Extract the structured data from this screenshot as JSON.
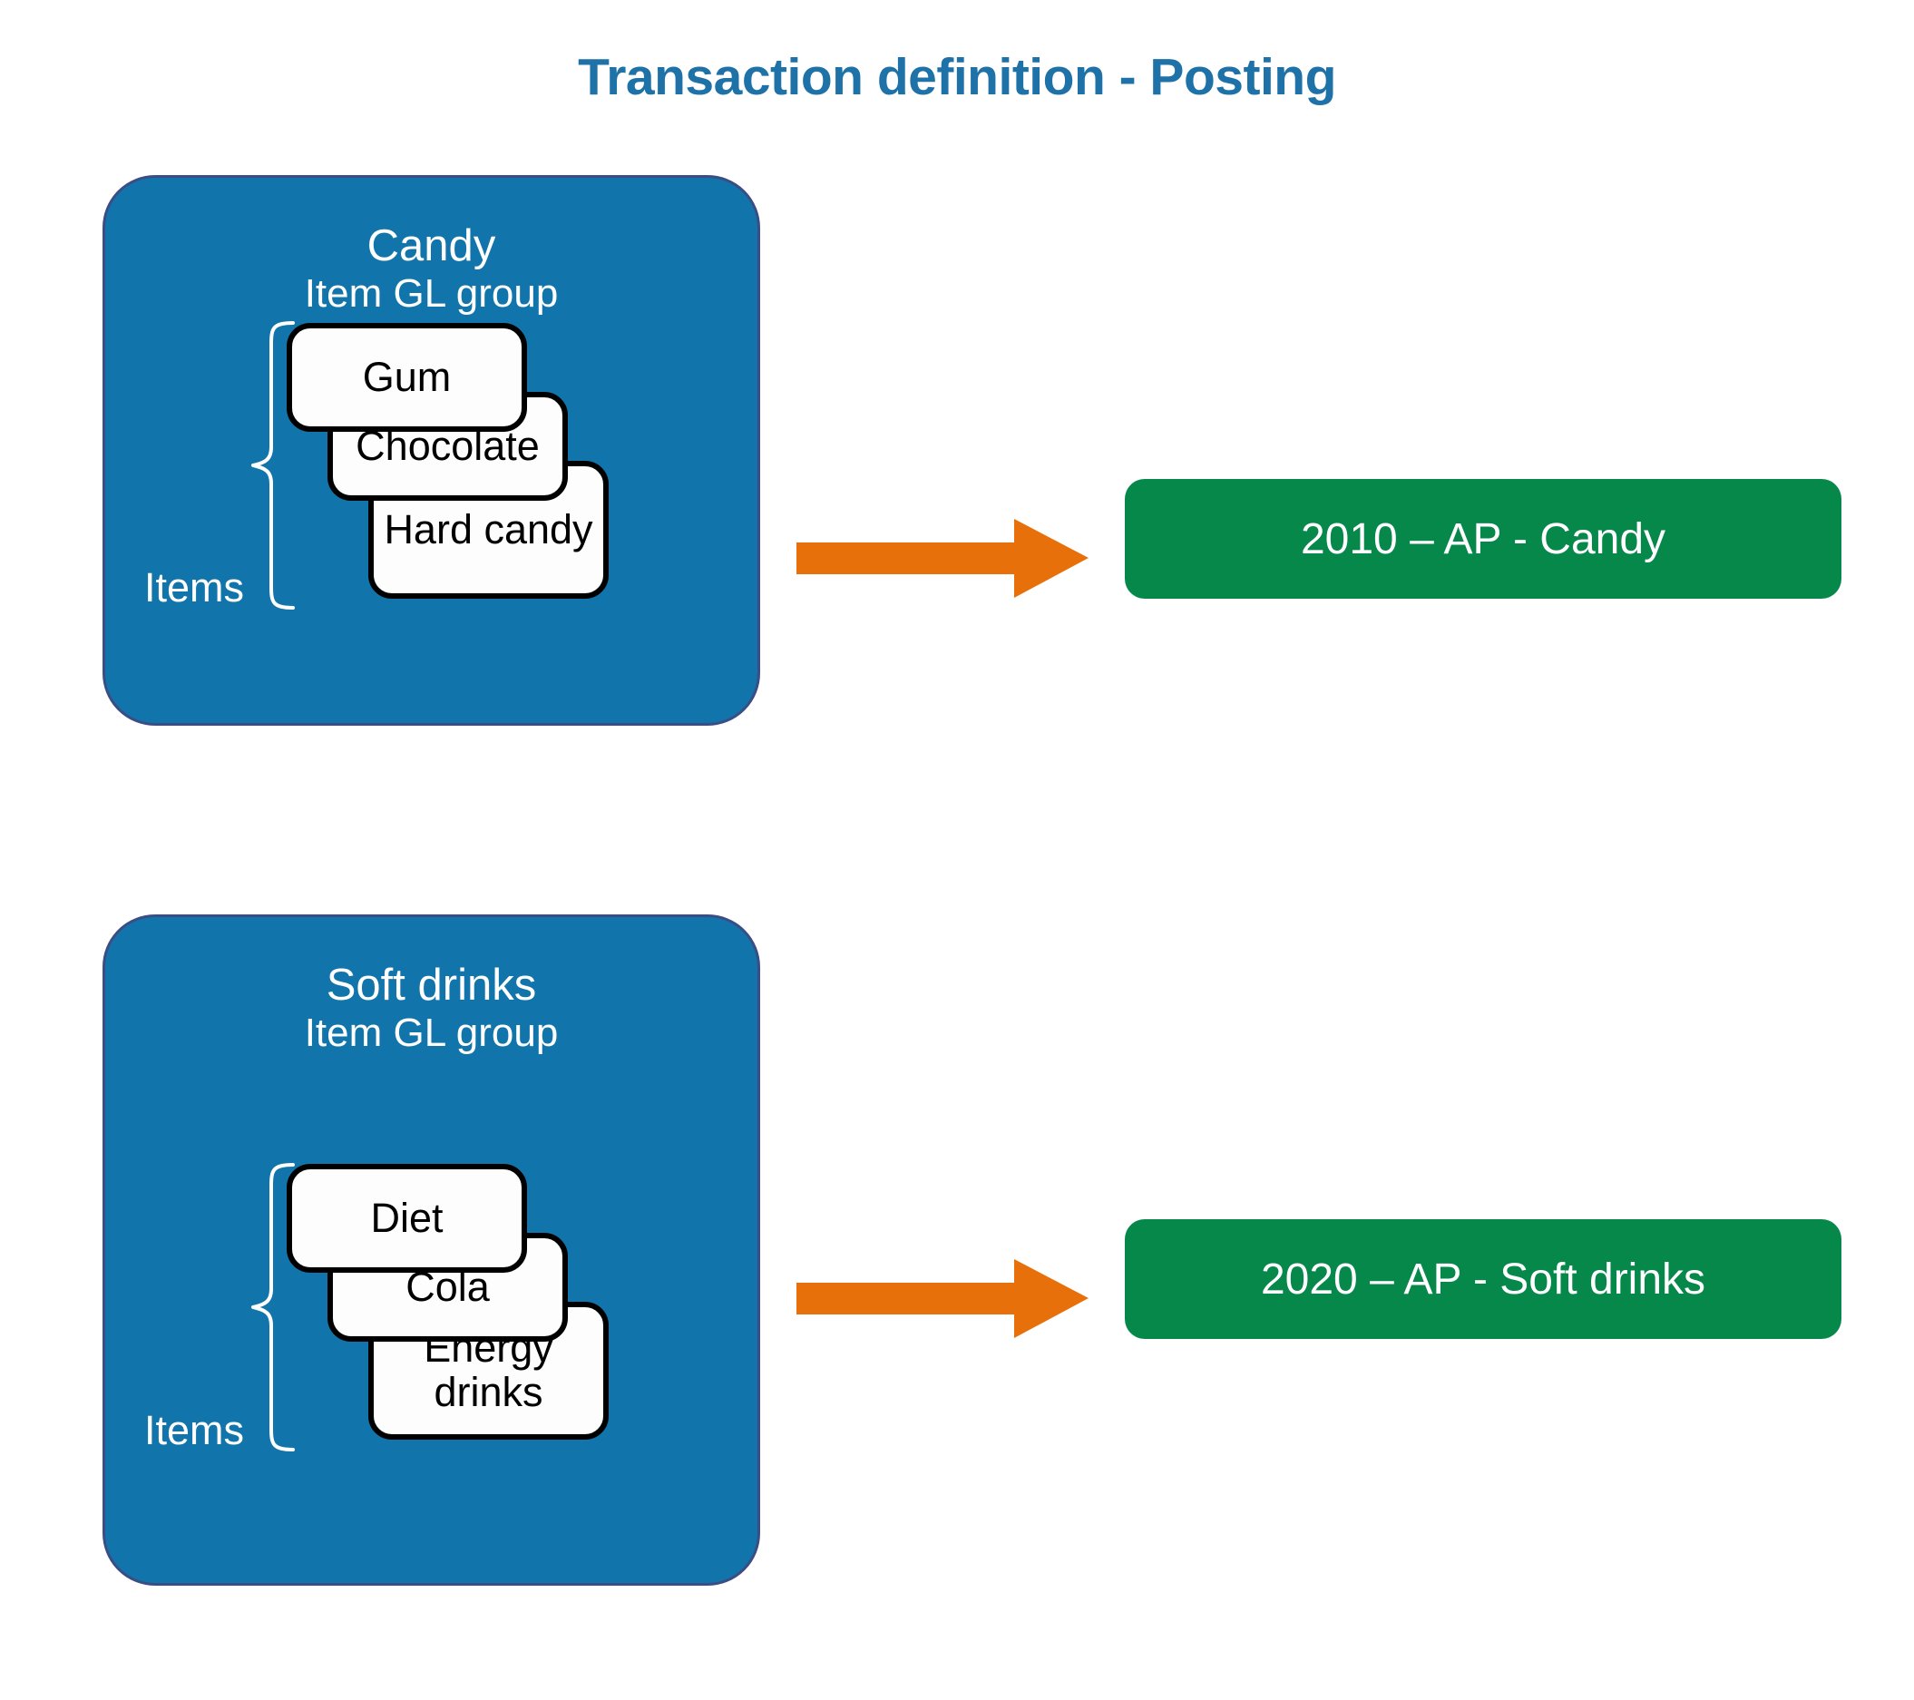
{
  "title": "Transaction definition - Posting",
  "colors": {
    "title_blue": "#1E72A8",
    "panel_blue": "#1174AA",
    "panel_border": "#3A4E85",
    "arrow_orange": "#E8700A",
    "account_green": "#05884A",
    "card_white": "#FDFDFD",
    "card_border": "#000000"
  },
  "groups": [
    {
      "id": "candy",
      "title_line1": "Candy",
      "title_line2": "Item GL group",
      "items_label": "Items",
      "items": [
        "Gum",
        "Chocolate",
        "Hard candy"
      ],
      "account": "2010 – AP - Candy"
    },
    {
      "id": "soft",
      "title_line1": "Soft drinks",
      "title_line2": "Item GL group",
      "items_label": "Items",
      "items": [
        "Diet",
        "Cola",
        "Energy drinks"
      ],
      "account": "2020 – AP - Soft drinks"
    }
  ]
}
